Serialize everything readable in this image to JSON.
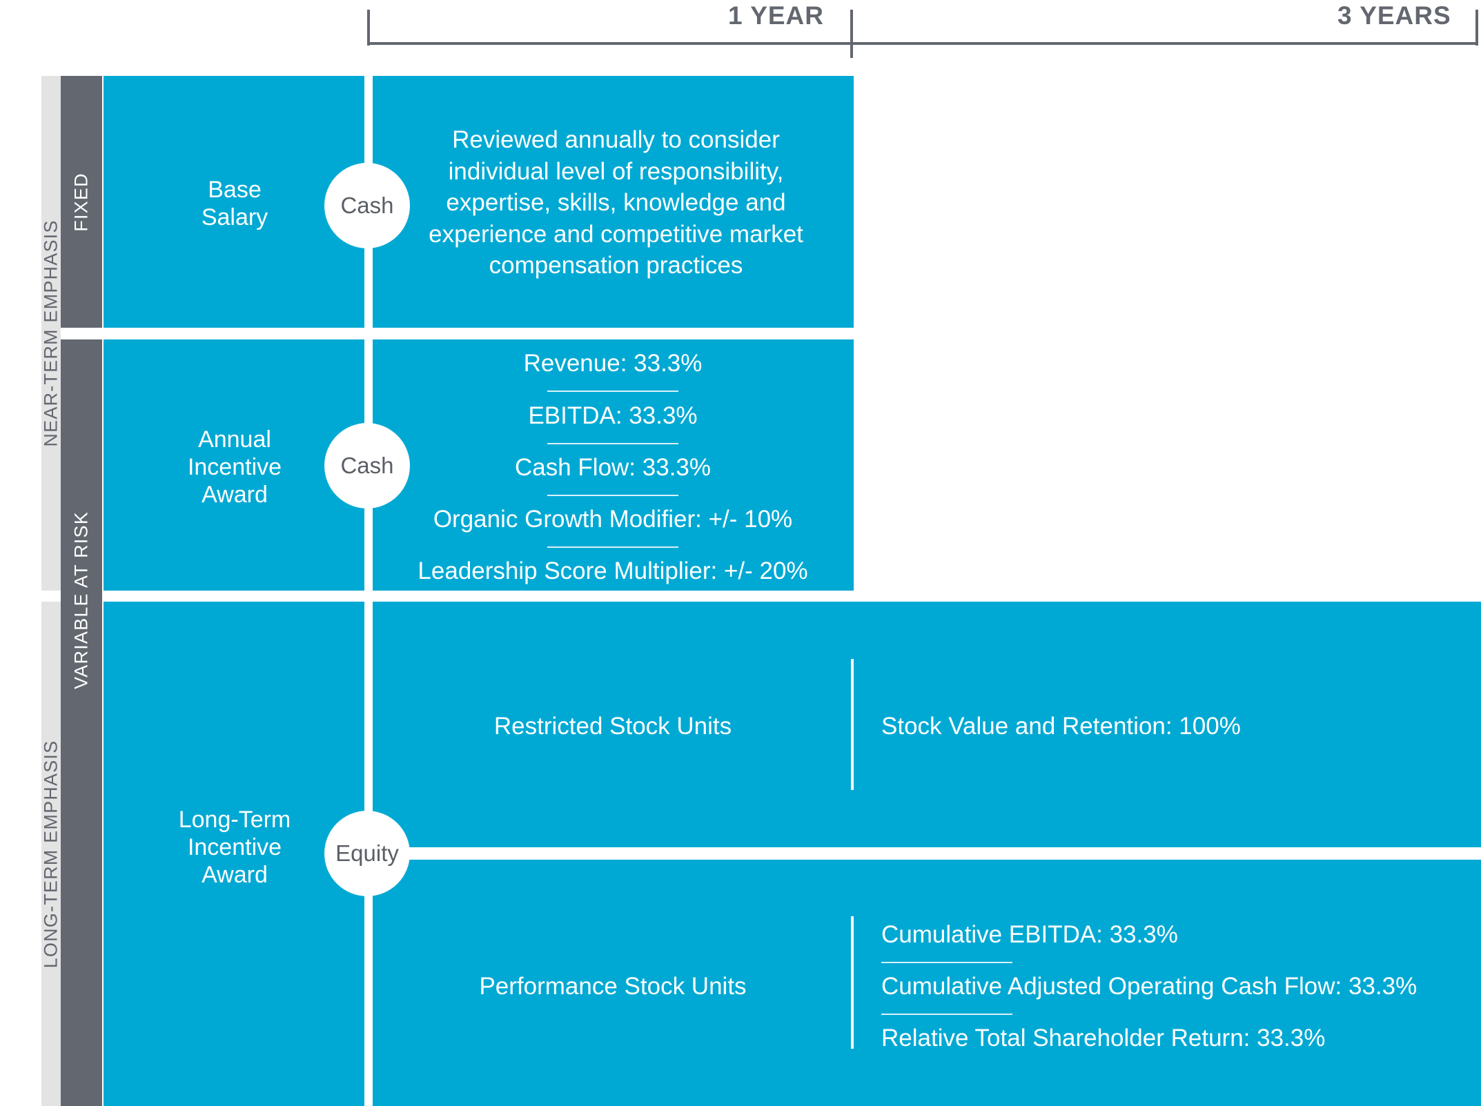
{
  "timeline": {
    "one_year_label": "1 YEAR",
    "three_years_label": "3 YEARS",
    "accent_color": "#63676f"
  },
  "rails": {
    "near_term": "NEAR-TERM EMPHASIS",
    "long_term": "LONG-TERM EMPHASIS",
    "fixed": "FIXED",
    "variable_at_risk": "VARIABLE AT RISK",
    "outer_color": "#e3e3e4",
    "inner_color": "#63676f"
  },
  "theme": {
    "panel_blue": "#00a9d4",
    "text_white": "#ffffff",
    "node_text": "#5b5f66"
  },
  "rows": {
    "base_salary": {
      "component": "Base\nSalary",
      "node": "Cash",
      "description": "Reviewed annually to consider individual level of responsibility, expertise, skills, knowledge and experience and competitive market compensation practices"
    },
    "annual_incentive": {
      "component": "Annual\nIncentive\nAward",
      "node": "Cash",
      "metrics": [
        "Revenue: 33.3%",
        "EBITDA: 33.3%",
        "Cash Flow: 33.3%",
        "Organic Growth Modifier: +/- 10%",
        "Leadership Score Multiplier: +/- 20%"
      ]
    },
    "long_term_incentive": {
      "component": "Long-Term\nIncentive\nAward",
      "node": "Equity",
      "rsu": {
        "vehicle": "Restricted Stock Units",
        "metrics": [
          "Stock Value and Retention: 100%"
        ]
      },
      "psu": {
        "vehicle": "Performance Stock Units",
        "metrics": [
          "Cumulative EBITDA: 33.3%",
          "Cumulative Adjusted Operating Cash Flow: 33.3%",
          "Relative Total Shareholder Return: 33.3%"
        ]
      }
    }
  }
}
